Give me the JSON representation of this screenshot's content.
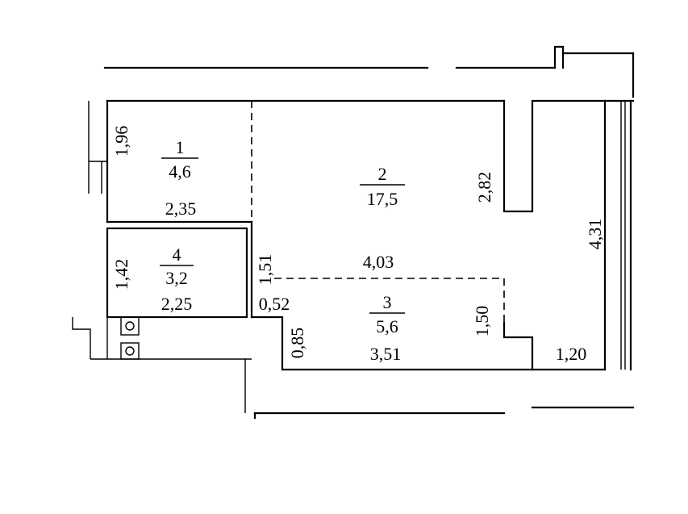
{
  "rooms": [
    {
      "number": "1",
      "area": "4,6"
    },
    {
      "number": "2",
      "area": "17,5"
    },
    {
      "number": "3",
      "area": "5,6"
    },
    {
      "number": "4",
      "area": "3,2"
    }
  ],
  "dimensions": {
    "d196": "1,96",
    "d235": "2,35",
    "d282": "2,82",
    "d431": "4,31",
    "d142": "1,42",
    "d225": "2,25",
    "d151": "1,51",
    "d403": "4,03",
    "d052": "0,52",
    "d085": "0,85",
    "d351": "3,51",
    "d150": "1,50",
    "d120": "1,20"
  }
}
